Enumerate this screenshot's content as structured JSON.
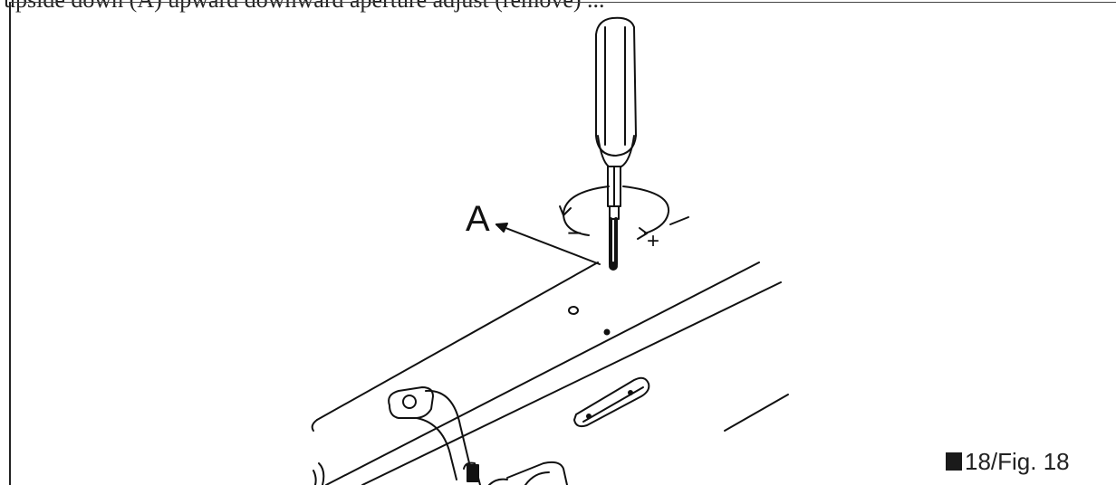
{
  "top_text": "upside down (A) upward downward aperture adjust (remove) ...",
  "diagram": {
    "callout_label": "A",
    "rotation_minus": "−",
    "rotation_plus": "+"
  },
  "caption": {
    "label": "18/Fig. 18"
  },
  "colors": {
    "line": "#111111",
    "paper": "#ffffff"
  }
}
